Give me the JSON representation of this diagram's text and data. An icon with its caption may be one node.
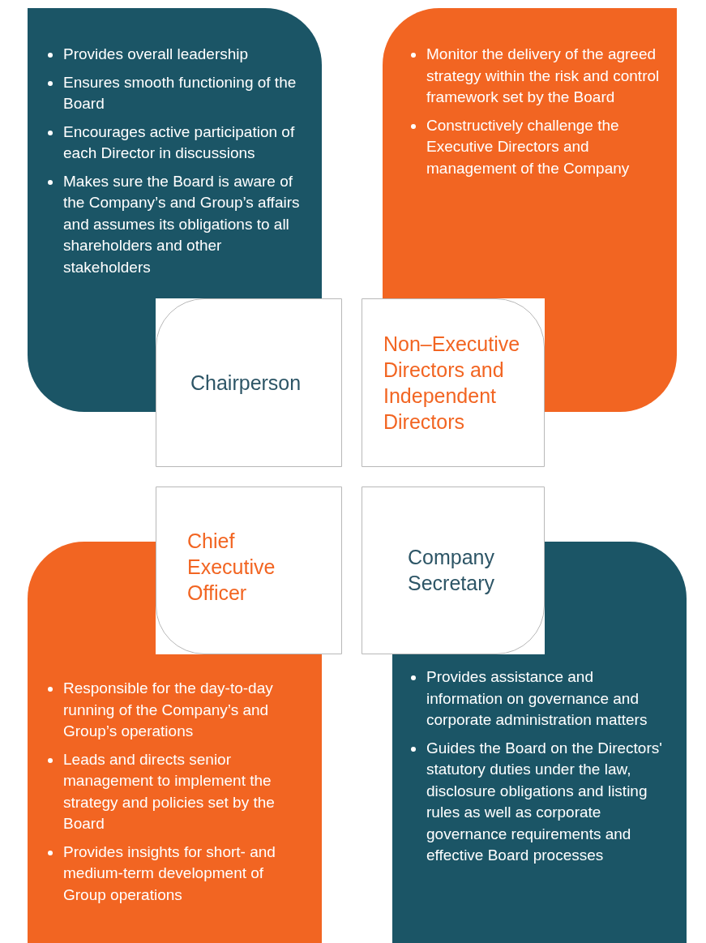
{
  "diagram": {
    "nodes": [
      {
        "text": [
          "Provides overall leadership",
          "Ensures smooth functioning of the Board",
          "Encourages active participation of each Director in discussions",
          "Makes sure the Board is aware of the Company’s and Group’s affairs and assumes its obligations to all shareholders and other stakeholders"
        ]
      },
      {
        "text": [
          "Monitor the delivery of the agreed strategy within the risk and control framework set by the Board",
          "Constructively challenge the Executive Directors and management of the Company"
        ]
      },
      {
        "text": [
          "Chairperson"
        ]
      },
      {
        "text": [
          "Non–Executive Directors and Independent Directors"
        ]
      },
      {
        "text": [
          "Chief Executive Officer"
        ]
      },
      {
        "text": [
          "Company Secretary"
        ]
      },
      {
        "text": [
          "Responsible for the day-to-day running of the Company’s and Group’s operations",
          "Leads and directs senior management to implement the strategy and policies set by the Board",
          "Provides insights for short- and medium-term development of Group operations"
        ]
      },
      {
        "text": [
          "Provides assistance and information on governance and corporate administration matters",
          "Guides the Board on the Directors' statutory duties under the law, disclosure obligations and listing rules as well as corporate governance requirements and effective Board processes"
        ]
      }
    ],
    "edges": []
  }
}
